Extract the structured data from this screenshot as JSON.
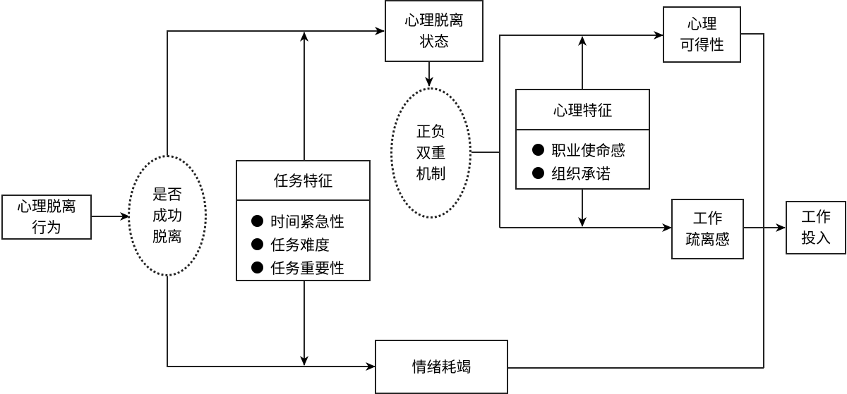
{
  "title": "心理脱离作用机制模型",
  "nodes": {
    "behavior": {
      "lines": [
        "心理脱离",
        "行为"
      ]
    },
    "success": {
      "lines": [
        "是否",
        "成功",
        "脱离"
      ]
    },
    "state": {
      "lines": [
        "心理脱离",
        "状态"
      ]
    },
    "mechanism": {
      "lines": [
        "正负",
        "双重",
        "机制"
      ]
    },
    "task": {
      "header": "任务特征",
      "items": [
        "时间紧急性",
        "任务难度",
        "任务重要性"
      ]
    },
    "psych": {
      "header": "心理特征",
      "items": [
        "职业使命感",
        "组织承诺"
      ]
    },
    "availability": {
      "lines": [
        "心理",
        "可得性"
      ]
    },
    "alienation": {
      "lines": [
        "工作",
        "疏离感"
      ]
    },
    "exhaustion": {
      "lines": [
        "情绪耗竭"
      ]
    },
    "engagement": {
      "lines": [
        "工作",
        "投入"
      ]
    }
  },
  "edges": [
    {
      "from": "心理脱离行为",
      "to": "是否成功脱离"
    },
    {
      "from": "是否成功脱离",
      "to": "心理脱离状态"
    },
    {
      "from": "是否成功脱离",
      "to": "情绪耗竭"
    },
    {
      "from": "任务特征",
      "to": "是否成功脱离→心理脱离状态",
      "type": "moderator"
    },
    {
      "from": "任务特征",
      "to": "是否成功脱离→情绪耗竭",
      "type": "moderator"
    },
    {
      "from": "心理脱离状态",
      "to": "正负双重机制"
    },
    {
      "from": "正负双重机制",
      "to": "心理可得性"
    },
    {
      "from": "正负双重机制",
      "to": "工作疏离感"
    },
    {
      "from": "心理特征",
      "to": "正负双重机制→心理可得性",
      "type": "moderator"
    },
    {
      "from": "心理特征",
      "to": "正负双重机制→工作疏离感",
      "type": "moderator"
    },
    {
      "from": "心理可得性",
      "to": "工作投入"
    },
    {
      "from": "工作疏离感",
      "to": "工作投入"
    },
    {
      "from": "情绪耗竭",
      "to": "工作投入"
    }
  ]
}
